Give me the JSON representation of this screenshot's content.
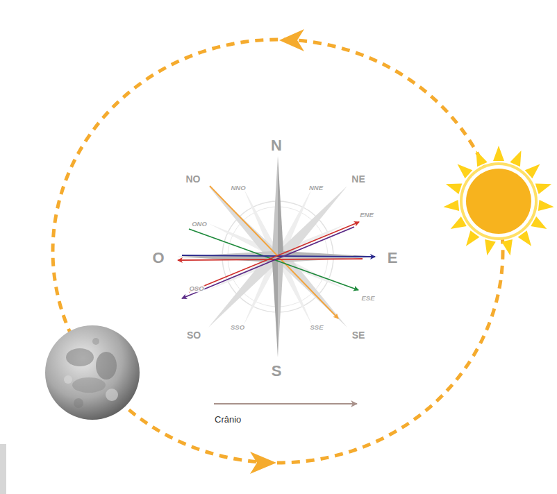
{
  "diagram": {
    "labels": [
      "N",
      "NO",
      "NNO",
      "NNE",
      "NE",
      "ONO",
      "ENE",
      "O",
      "E",
      "OSO",
      "ESE",
      "SO",
      "SSO",
      "SSE",
      "SE",
      "S"
    ],
    "legend": [
      {
        "text": "Crânio"
      }
    ]
  }
}
